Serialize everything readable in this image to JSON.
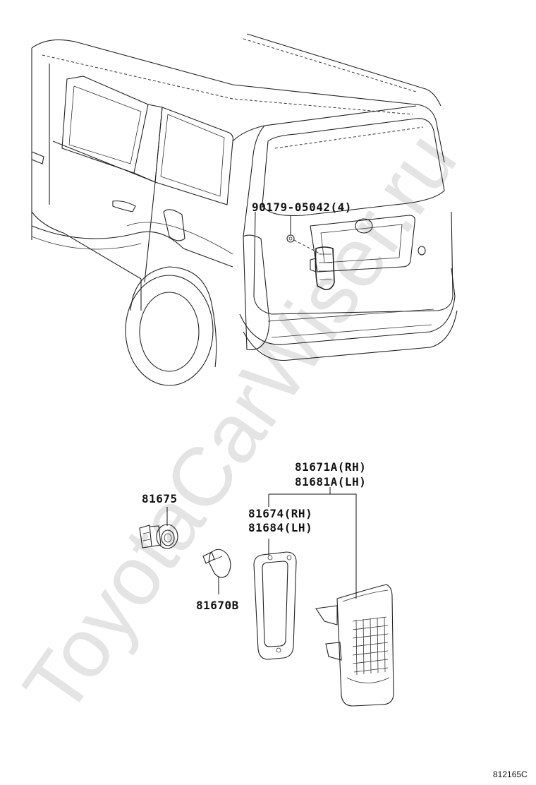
{
  "watermark": "ToyotaCarWiser.ru",
  "labels": {
    "nut": "90179-05042(4)",
    "lamp_assy_rh": "81671A(RH)",
    "lamp_assy_lh": "81681A(LH)",
    "gasket_rh": "81674(RH)",
    "gasket_lh": "81684(LH)",
    "socket": "81675",
    "bulb": "81670B"
  },
  "diagram_code": "812165C"
}
